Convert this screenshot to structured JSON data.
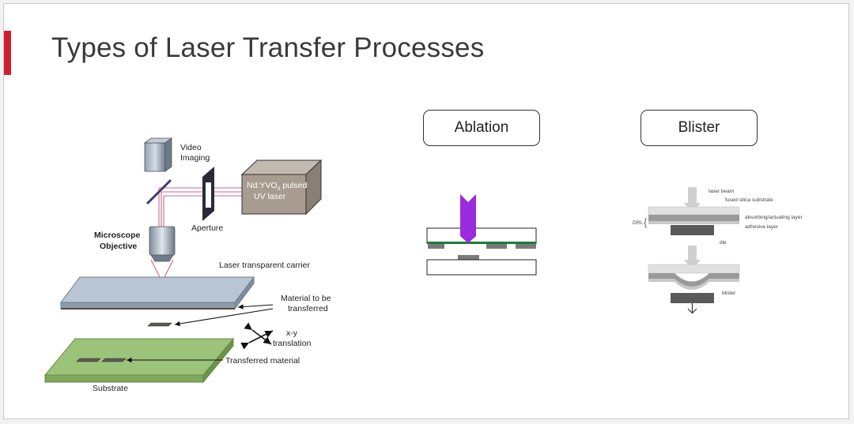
{
  "slide": {
    "title": "Types of Laser Transfer Processes",
    "accent_color": "#d0202e"
  },
  "setup_diagram": {
    "video_imaging": [
      "Video",
      "Imaging"
    ],
    "laser": [
      "Nd:YVO",
      "4",
      " pulsed",
      "UV laser"
    ],
    "aperture": "Aperture",
    "microscope_objective": [
      "Microscope",
      "Objective"
    ],
    "carrier": "Laser transparent carrier",
    "material": [
      "Material to be",
      "transferred"
    ],
    "translation": [
      "x-y",
      "translation"
    ],
    "transferred_material": "Transferred material",
    "substrate": "Substrate"
  },
  "ablation": {
    "label": "Ablation"
  },
  "blister": {
    "label": "Blister",
    "laser_beam": "laser beam",
    "fused_silica": "fused silica substrate",
    "absorbing_layer": "absorbing/actuating layer",
    "adhesive_layer": "adhesive layer",
    "drl": "DRL",
    "die": "die",
    "blister": "blister"
  }
}
